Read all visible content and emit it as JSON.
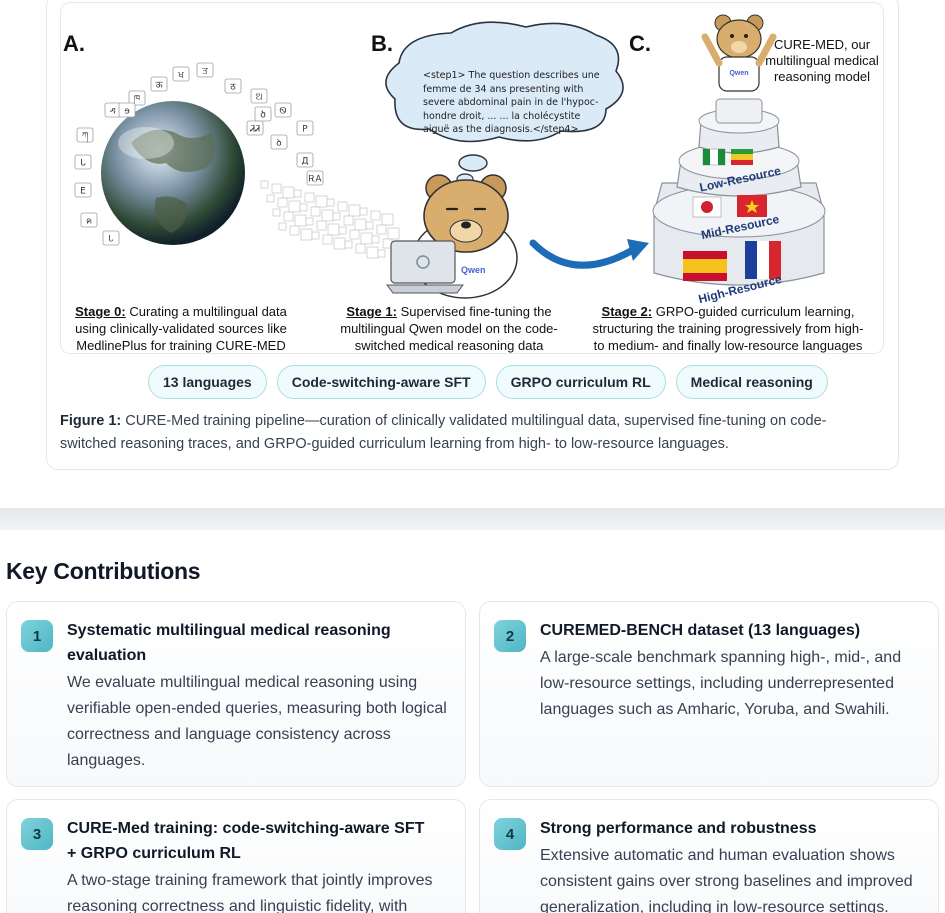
{
  "figure": {
    "panels": [
      "A.",
      "B.",
      "C."
    ],
    "stages": [
      {
        "label": "Stage 0:",
        "text_lines": [
          "Curating a multilingual data",
          "using clinically-validated sources like",
          "MedlinePlus for training CURE-MED"
        ]
      },
      {
        "label": "Stage 1:",
        "text_lines": [
          "Supervised fine-tuning the",
          "multilingual Qwen model on the code-",
          "switched medical reasoning data"
        ]
      },
      {
        "label": "Stage 2:",
        "text_lines": [
          "GRPO-guided curriculum learning,",
          "structuring the training progressively from high-",
          "to medium- and finally low-resource languages"
        ]
      }
    ],
    "speech_bubble_lines": [
      "<step1> The question describes une",
      "femme de 34 ans presenting with",
      "severe abdominal pain in de l'hypoc-",
      "hondre droit, ... ... la cholécystite",
      "aiguë as the diagnosis.</step4>"
    ],
    "bear_shirt_text": "Qwen",
    "cake_tiers": [
      "Low-Resource",
      "Mid-Resource",
      "High-Resource"
    ],
    "cure_med_label_lines": [
      "CURE-MED, our",
      "multilingual medical",
      "reasoning model"
    ],
    "glyph_tiles": [
      "ዳ",
      "ཁ",
      "ऊ",
      "ਖ",
      "ਤ",
      "ठ",
      "ଅ",
      "ծ",
      "Ꮻ",
      "P",
      "ꝺ",
      "Д",
      "ཀ",
      "ᒐ",
      "E",
      "ค",
      "Ꮣ",
      "ɘ",
      "ᏘᏘ",
      "ᎡA"
    ]
  },
  "tags": [
    "13 languages",
    "Code-switching-aware SFT",
    "GRPO curriculum RL",
    "Medical reasoning"
  ],
  "caption": {
    "label": "Figure 1:",
    "text": " CURE-Med training pipeline—curation of clinically validated multilingual data, supervised fine-tuning on code-switched reasoning traces, and GRPO-guided curriculum learning from high- to low-resource languages."
  },
  "contributions": {
    "title": "Key Contributions",
    "items": [
      {
        "num": "1",
        "title": "Systematic multilingual medical reasoning evaluation",
        "body": "We evaluate multilingual medical reasoning using verifiable open-ended queries, measuring both logical correctness and language consistency across languages."
      },
      {
        "num": "2",
        "title": "CUREMED-BENCH dataset (13 languages)",
        "body": "A large-scale benchmark spanning high-, mid-, and low-resource settings, including underrepresented languages such as Amharic, Yoruba, and Swahili."
      },
      {
        "num": "3",
        "title": "CURE-Med training: code-switching-aware SFT + GRPO curriculum RL",
        "body": "A two-stage training framework that jointly improves reasoning correctness and linguistic fidelity, with"
      },
      {
        "num": "4",
        "title": "Strong performance and robustness",
        "body": "Extensive automatic and human evaluation shows consistent gains over strong baselines and improved generalization, including in low-resource settings."
      }
    ]
  }
}
